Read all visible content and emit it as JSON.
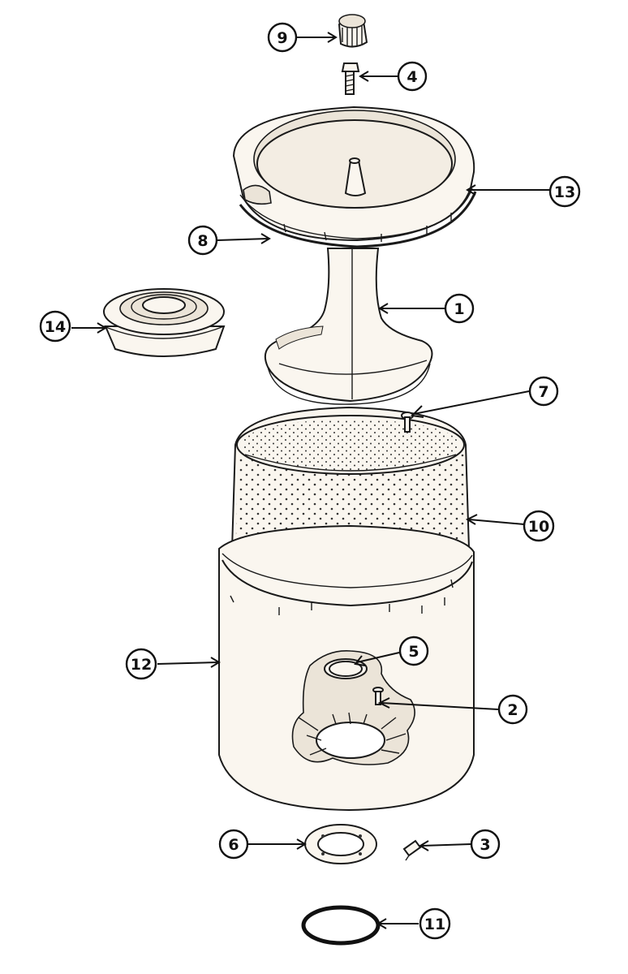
{
  "diagram": {
    "colors": {
      "line": "#1a1a1a",
      "part_fill": "#faf6ef",
      "shade_fill": "#ebe4d8",
      "background": "#ffffff"
    },
    "callouts": [
      {
        "id": "c9",
        "label": "9"
      },
      {
        "id": "c4",
        "label": "4"
      },
      {
        "id": "c13",
        "label": "13"
      },
      {
        "id": "c8",
        "label": "8"
      },
      {
        "id": "c14",
        "label": "14"
      },
      {
        "id": "c1",
        "label": "1"
      },
      {
        "id": "c7",
        "label": "7"
      },
      {
        "id": "c10",
        "label": "10"
      },
      {
        "id": "c12",
        "label": "12"
      },
      {
        "id": "c5",
        "label": "5"
      },
      {
        "id": "c2",
        "label": "2"
      },
      {
        "id": "c6",
        "label": "6"
      },
      {
        "id": "c3",
        "label": "3"
      },
      {
        "id": "c11",
        "label": "11"
      }
    ]
  }
}
